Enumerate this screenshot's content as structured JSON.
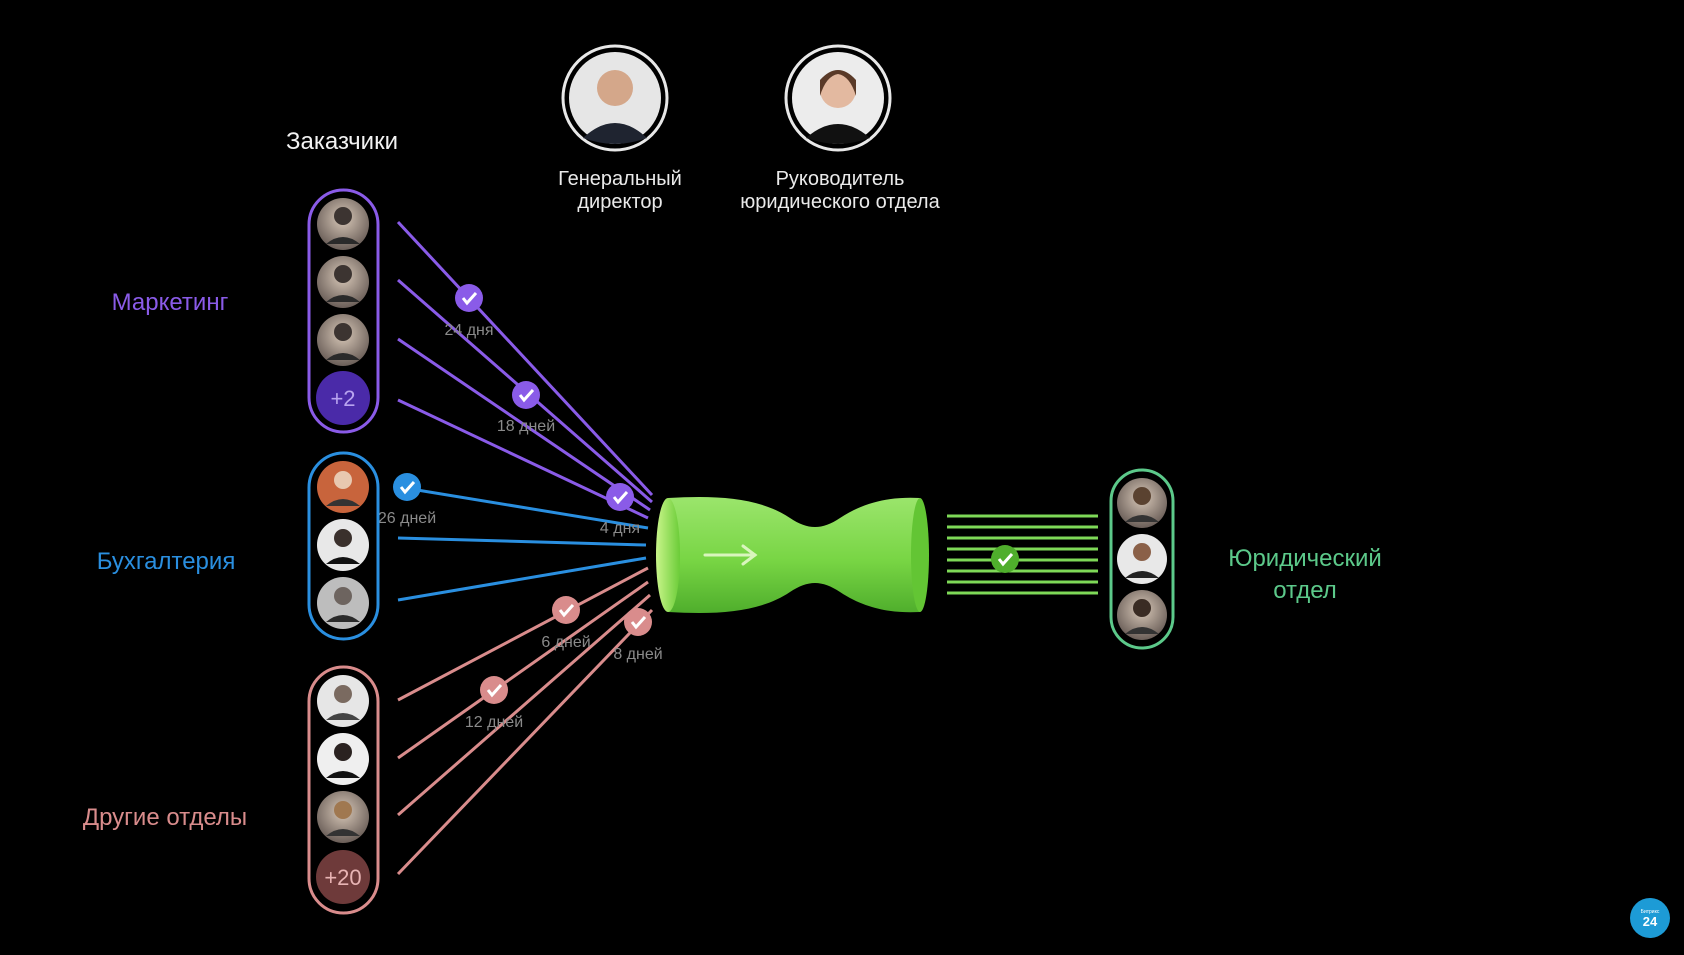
{
  "header": {
    "customers_label": "Заказчики"
  },
  "executives": [
    {
      "label_line1": "Генеральный",
      "label_line2": "директор"
    },
    {
      "label_line1": "Руководитель",
      "label_line2": "юридического отдела"
    }
  ],
  "departments": {
    "marketing": {
      "label": "Маркетинг",
      "color": "#8a5be8",
      "extra": "+2"
    },
    "accounting": {
      "label": "Бухгалтерия",
      "color": "#2a8fe0"
    },
    "other": {
      "label": "Другие отделы",
      "color": "#d98c8c",
      "extra": "+20"
    }
  },
  "legal": {
    "label_line1": "Юридический",
    "label_line2": "отдел",
    "color": "#5cc98a"
  },
  "funnel": {
    "color": "#7ed957"
  },
  "durations": {
    "d24": "24 дня",
    "d18": "18 дней",
    "d4": "4 дня",
    "d26": "26 дней",
    "d6": "6 дней",
    "d8": "8 дней",
    "d12": "12 дней"
  },
  "badge": {
    "small": "Битрикс",
    "big": "24"
  }
}
